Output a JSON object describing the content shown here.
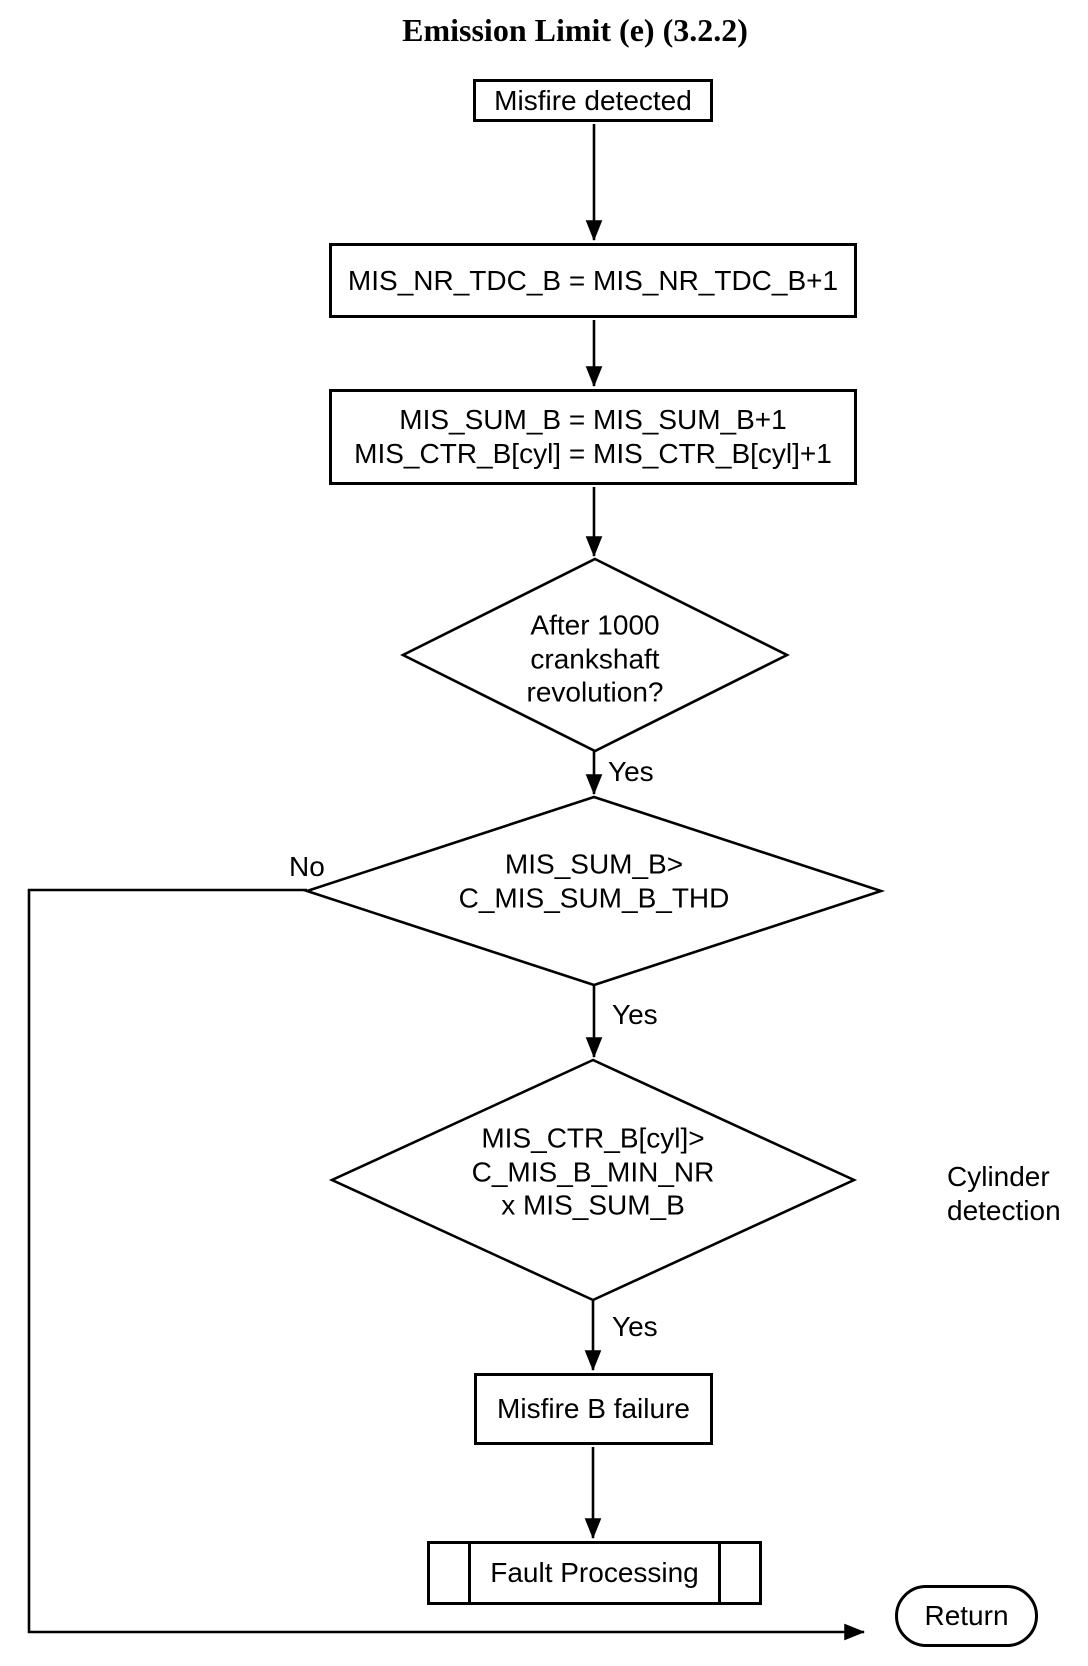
{
  "title": "Emission Limit (e) (3.2.2)",
  "nodes": {
    "misfire_detected": "Misfire detected",
    "increment_tdc": "MIS_NR_TDC_B = MIS_NR_TDC_B+1",
    "increment_counters": "MIS_SUM_B = MIS_SUM_B+1\nMIS_CTR_B[cyl] = MIS_CTR_B[cyl]+1",
    "decision_revolutions": "After 1000\ncrankshaft\nrevolution?",
    "decision_sum_threshold": "MIS_SUM_B>\nC_MIS_SUM_B_THD",
    "decision_cyl_threshold": "MIS_CTR_B[cyl]>\nC_MIS_B_MIN_NR\nx MIS_SUM_B",
    "misfire_b_failure": "Misfire B failure",
    "fault_processing": "Fault Processing",
    "return": "Return"
  },
  "edge_labels": {
    "yes_after_revolutions": "Yes",
    "yes_sum_threshold": "Yes",
    "yes_cyl_threshold": "Yes",
    "no_sum_threshold": "No"
  },
  "annotations": {
    "cylinder_detection": "Cylinder\ndetection"
  },
  "colors": {
    "stroke": "#000000",
    "background": "#ffffff"
  }
}
